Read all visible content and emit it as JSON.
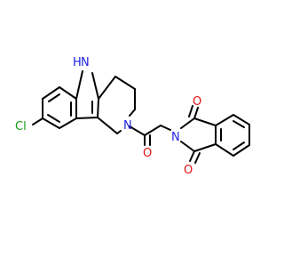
{
  "molecule": {
    "atom_labels": {
      "chlorine": "Cl",
      "indole_nh": "H",
      "indole_nitrogen": "N",
      "piperidine_nitrogen": "N",
      "amide_oxygen": "O",
      "imide_nitrogen": "N",
      "imide_oxygen_top": "O",
      "imide_oxygen_bottom": "O"
    }
  },
  "colors": {
    "bond": "#000000",
    "nitrogen": "#1f1fe0",
    "oxygen": "#e01010",
    "chlorine": "#13a013",
    "background": "#ffffff"
  }
}
